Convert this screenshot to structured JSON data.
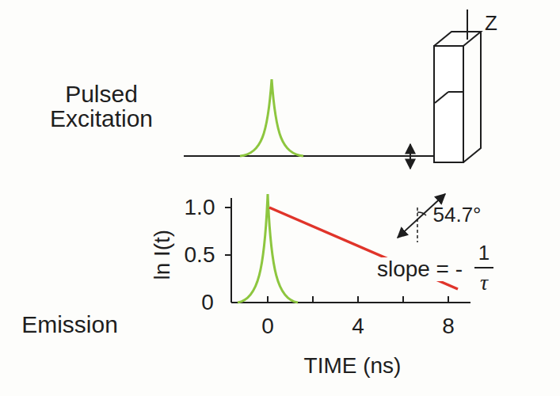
{
  "diagram": {
    "labels": [
      "Pulsed Excitation",
      "Z",
      "54.7°",
      "1.0",
      "0.5",
      "0",
      "ln I(t)",
      "slope = -",
      "1",
      "τ",
      "Emission",
      "0",
      "4",
      "8",
      "TIME (ns)"
    ]
  }
}
